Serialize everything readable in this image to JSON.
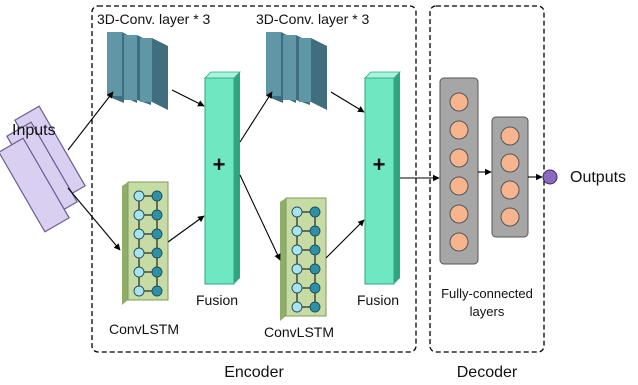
{
  "labels": {
    "inputs": "Inputs",
    "outputs": "Outputs",
    "conv3d_1": "3D-Conv. layer * 3",
    "conv3d_2": "3D-Conv. layer * 3",
    "fusion_1": "Fusion",
    "fusion_2": "Fusion",
    "convlstm_1": "ConvLSTM",
    "convlstm_2": "ConvLSTM",
    "plus_1": "+",
    "plus_2": "+",
    "fc_line1": "Fully-connected",
    "fc_line2": "layers",
    "encoder": "Encoder",
    "decoder": "Decoder"
  },
  "colors": {
    "conv_block": "#5f97a6",
    "conv_block_dark": "#3f6f7e",
    "fusion": "#6fe8c2",
    "fusion_dark": "#2ea681",
    "convlstm_bg": "#c6dca4",
    "convlstm_dark": "#8fae6a",
    "convlstm_node_left": "#a9e3ec",
    "convlstm_node_right": "#2f8fa6",
    "input_frame": "#d9cff0",
    "fc_layer": "#a6a6a6",
    "fc_node": "#f6b58e",
    "output_node": "#8a6ac0"
  }
}
